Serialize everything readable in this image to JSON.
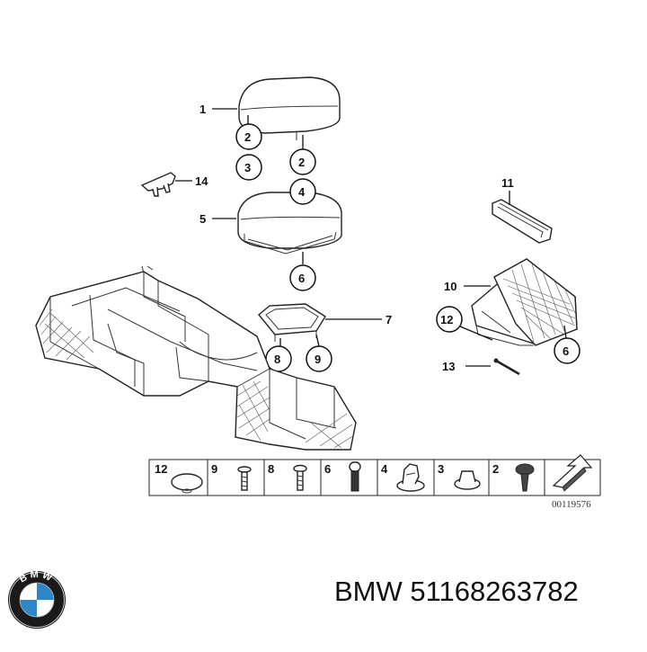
{
  "callouts": {
    "c1": "1",
    "c2a": "2",
    "c3": "3",
    "c2b": "2",
    "c14": "14",
    "c4": "4",
    "c5": "5",
    "c6a": "6",
    "c11": "11",
    "c7": "7",
    "c10": "10",
    "c12": "12",
    "c8": "8",
    "c9": "9",
    "c6b": "6",
    "c13": "13"
  },
  "strip": {
    "items": [
      "12",
      "9",
      "8",
      "6",
      "4",
      "3",
      "2"
    ]
  },
  "diagram_code": "00119576",
  "brand": {
    "logo_letters": "BMW",
    "caption": "BMW 51168263782"
  },
  "colors": {
    "logo_blue": "#2c86c8",
    "logo_ring": "#1a1a1a",
    "ink": "#111111"
  }
}
